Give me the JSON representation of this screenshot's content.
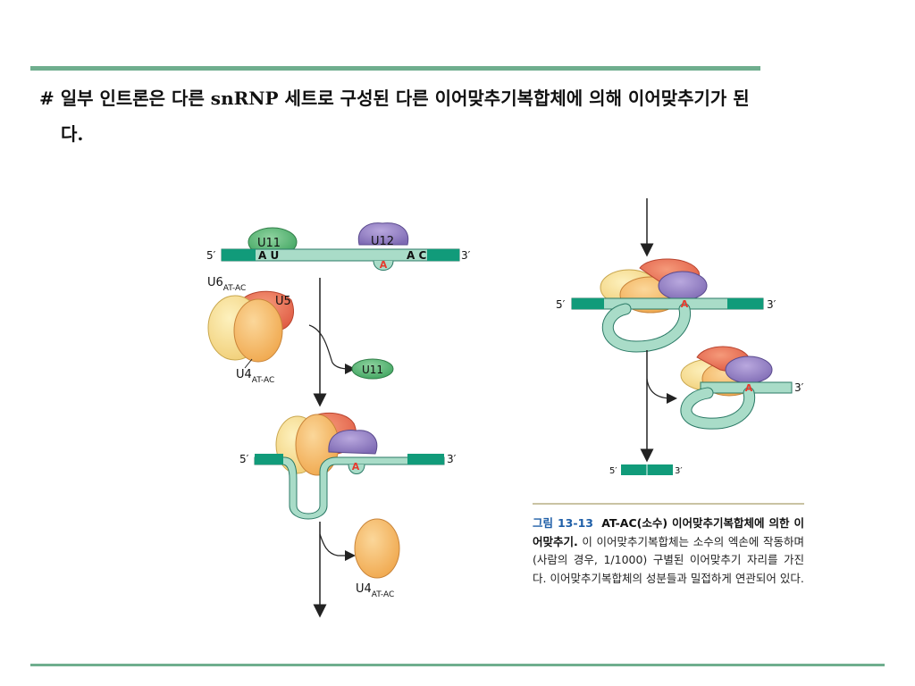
{
  "heading": {
    "line1": "# 일부 인트론은 다른 snRNP 세트로 구성된 다른 이어맞추기복합체에 의해 이어맞추기가 된",
    "line2": "다."
  },
  "diagram": {
    "five_prime": "5′",
    "three_prime": "3′",
    "left_AU": "A U",
    "left_AC": "A C",
    "branch_A": "A",
    "u11": "U11",
    "u12": "U12",
    "u6_main": "U6",
    "u6_sub": "AT-AC",
    "u5": "U5",
    "u4_main": "U4",
    "u4_sub": "AT-AC",
    "u11_released": "U11",
    "u4b_main": "U4",
    "u4b_sub": "AT-AC"
  },
  "caption": {
    "fig_number": "그림 13-13",
    "title": "AT-AC(소수) 이어맞추기복합체에 의한 이어맞추기.",
    "body": "이 이어맞추기복합체는 소수의 엑손에 작동하며(사람의 경우, 1/1000) 구별된 이어맞추기 자리를 가진다. 이어맞추기복합체의 성분들과 밀접하게 연관되어 있다."
  },
  "colors": {
    "rule": "#6fae8e",
    "exon": "#119b7a",
    "intron": "#a9dcc8",
    "u11": "#4cae6c",
    "u12": "#8c79bd",
    "u6": "#f5d98c",
    "u5": "#e7664f",
    "u4": "#f4b45c",
    "branch_A": "#e53b2e",
    "caption_fig": "#1f5fa8"
  }
}
